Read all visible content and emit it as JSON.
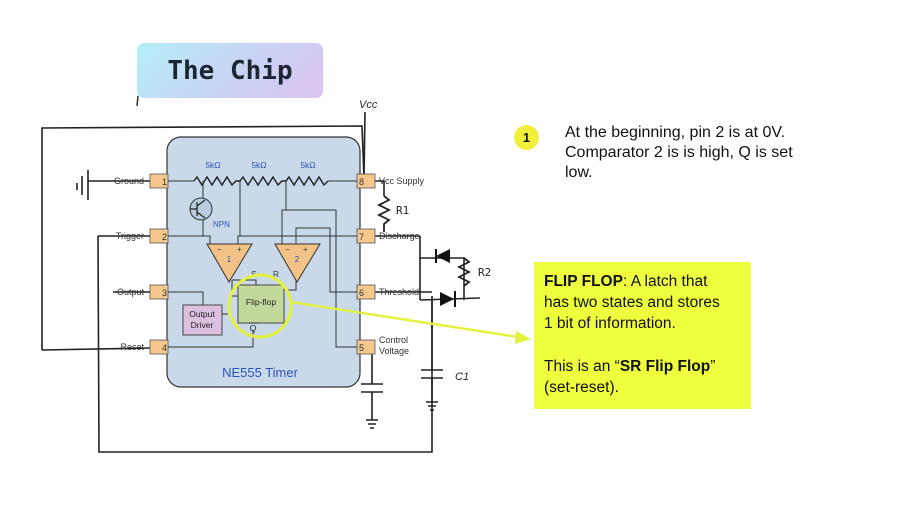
{
  "title": "The Chip",
  "step": {
    "number": "1",
    "line1": "At the beginning, pin 2 is at 0V.",
    "line2": "Comparator 2 is is high, Q is set",
    "line3": "low."
  },
  "note": {
    "term": "FLIP FLOP",
    "line1_rest": ": A latch that",
    "line2": "has two states and stores",
    "line3": "1 bit of information.",
    "line4_pre": "This is an “",
    "line4_bold": "SR Flip Flop",
    "line4_post": "”",
    "line5": "(set-reset)."
  },
  "chip": {
    "name": "NE555 Timer",
    "resistor_value": "5kΩ",
    "npn": "NPN",
    "flipflop": "Flip-flop",
    "output_driver_1": "Output",
    "output_driver_2": "Driver",
    "s": "S",
    "r": "R",
    "q": "Q",
    "comp1": "1",
    "comp2": "2",
    "plus": "+",
    "minus": "−"
  },
  "pins_left": [
    {
      "num": "1",
      "label": "Ground"
    },
    {
      "num": "2",
      "label": "Trigger"
    },
    {
      "num": "3",
      "label": "Output"
    },
    {
      "num": "4",
      "label": "Reset"
    }
  ],
  "pins_right": [
    {
      "num": "8",
      "label": "Vcc Supply"
    },
    {
      "num": "7",
      "label": "Discharge"
    },
    {
      "num": "6",
      "label": "Threshold"
    },
    {
      "num": "5",
      "label": "Control",
      "label2": "Voltage"
    }
  ],
  "handwritten": {
    "vcc": "Vcc",
    "r1": "R1",
    "r2": "R2",
    "c1": "C1"
  },
  "colors": {
    "chip_body": "#c9d9ea",
    "pin_fill": "#f5c78a",
    "comparator_fill": "#f3c286",
    "flipflop_fill": "#c3d99c",
    "driver_fill": "#dcc0e0",
    "highlight": "#eeff3d",
    "chip_text": "#2c55b5"
  }
}
